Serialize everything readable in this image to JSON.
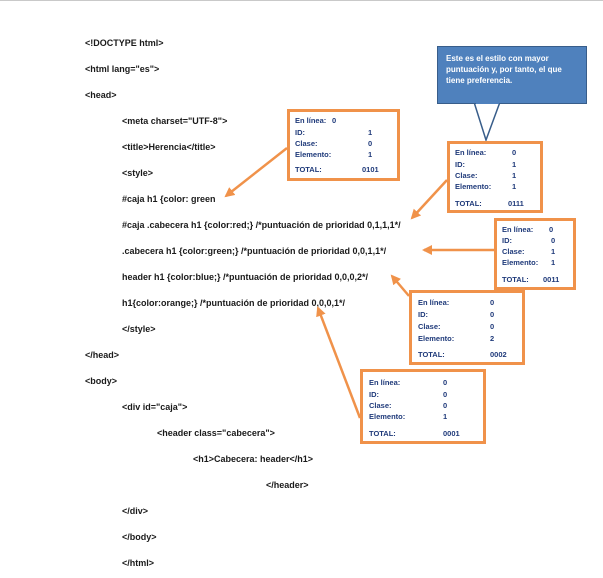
{
  "code_lines": [
    "<!DOCTYPE html>",
    "<html lang=\"es\">",
    "<head>",
    "<meta charset=\"UTF-8\">",
    "<title>Herencia</title>",
    "<style>",
    "#caja h1 {color: green",
    "#caja .cabecera h1 {color:red;} /*puntuación de prioridad 0,1,1,1*/",
    ".cabecera h1 {color:green;} /*puntuación de prioridad 0,0,1,1*/",
    "header h1 {color:blue;} /*puntuación de prioridad 0,0,0,2*/",
    "h1{color:orange;} /*puntuación de prioridad 0,0,0,1*/",
    "</style>",
    "</head>",
    "<body>",
    "<div id=\"caja\">",
    "<header class=\"cabecera\">",
    "<h1>Cabecera: header</h1>",
    "</header>",
    "</div>",
    "</body>",
    "</html>"
  ],
  "callout_text": "Este es el estilo con mayor puntuación y, por tanto, el que tiene preferencia.",
  "score_boxes": [
    {
      "en_linea_label": "En línea:",
      "en_linea": "0",
      "id_label": "ID:",
      "id": "1",
      "clase_label": "Clase:",
      "clase": "0",
      "elemento_label": "Elemento:",
      "elemento": "1",
      "total_label": "TOTAL:",
      "total": "0101"
    },
    {
      "en_linea_label": "En línea:",
      "en_linea": "0",
      "id_label": "ID:",
      "id": "1",
      "clase_label": "Clase:",
      "clase": "1",
      "elemento_label": "Elemento:",
      "elemento": "1",
      "total_label": "TOTAL:",
      "total": "0111"
    },
    {
      "en_linea_label": "En línea:",
      "en_linea": "0",
      "id_label": "ID:",
      "id": "0",
      "clase_label": "Clase:",
      "clase": "1",
      "elemento_label": "Elemento:",
      "elemento": "1",
      "total_label": "TOTAL:",
      "total": "0011"
    },
    {
      "en_linea_label": "En línea:",
      "en_linea": "0",
      "id_label": "ID:",
      "id": "0",
      "clase_label": "Clase:",
      "clase": "0",
      "elemento_label": "Elemento:",
      "elemento": "2",
      "total_label": "TOTAL:",
      "total": "0002"
    },
    {
      "en_linea_label": "En línea:",
      "en_linea": "0",
      "id_label": "ID:",
      "id": "0",
      "clase_label": "Clase:",
      "clase": "0",
      "elemento_label": "Elemento:",
      "elemento": "1",
      "total_label": "TOTAL:",
      "total": "0001"
    }
  ],
  "colors": {
    "box_border": "#f0924a",
    "box_text": "#1f3a7a",
    "callout_bg": "#4f81bd",
    "arrow": "#f0924a"
  }
}
